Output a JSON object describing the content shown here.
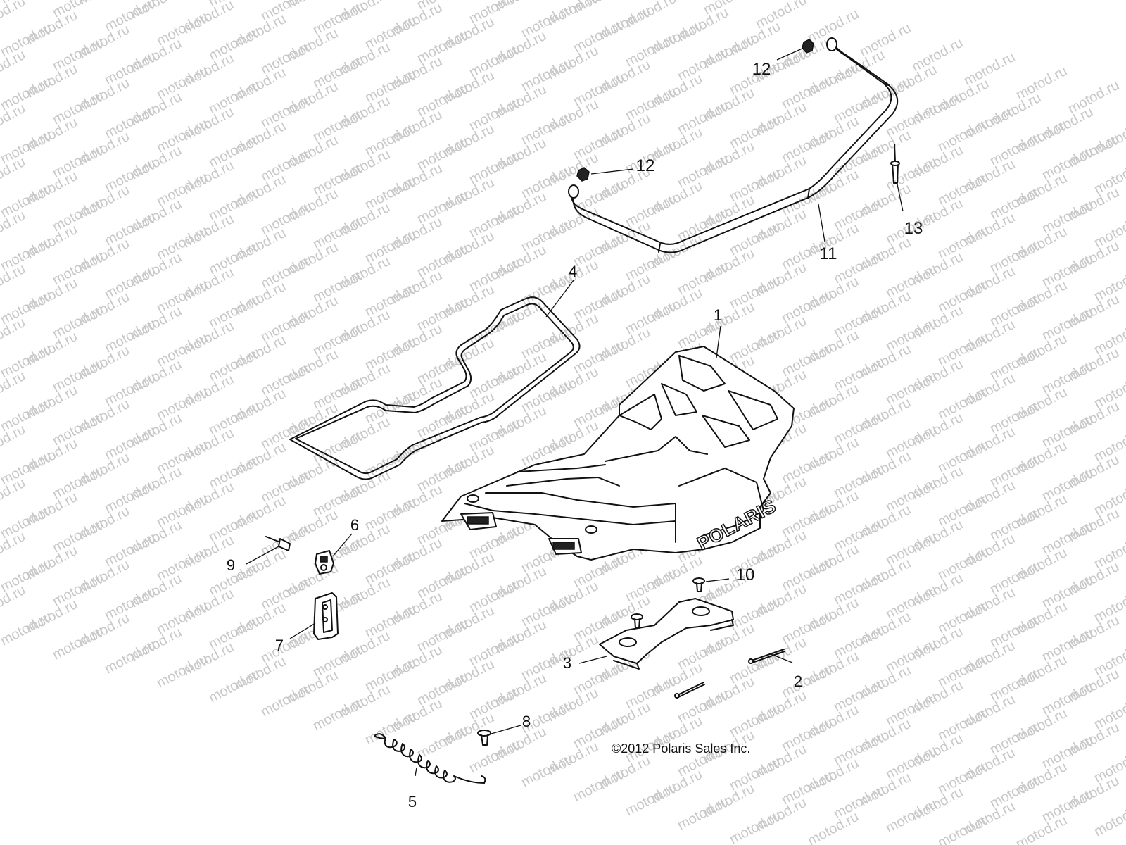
{
  "watermark": {
    "text": "motod.ru"
  },
  "callouts": {
    "c1": "1",
    "c2": "2",
    "c3": "3",
    "c4": "4",
    "c5": "5",
    "c6": "6",
    "c7": "7",
    "c8": "8",
    "c9": "9",
    "c10": "10",
    "c11": "11",
    "c12a": "12",
    "c12b": "12",
    "c13": "13"
  },
  "copyright": "©2012  Polaris Sales Inc.",
  "logo_text": "POLARIS"
}
